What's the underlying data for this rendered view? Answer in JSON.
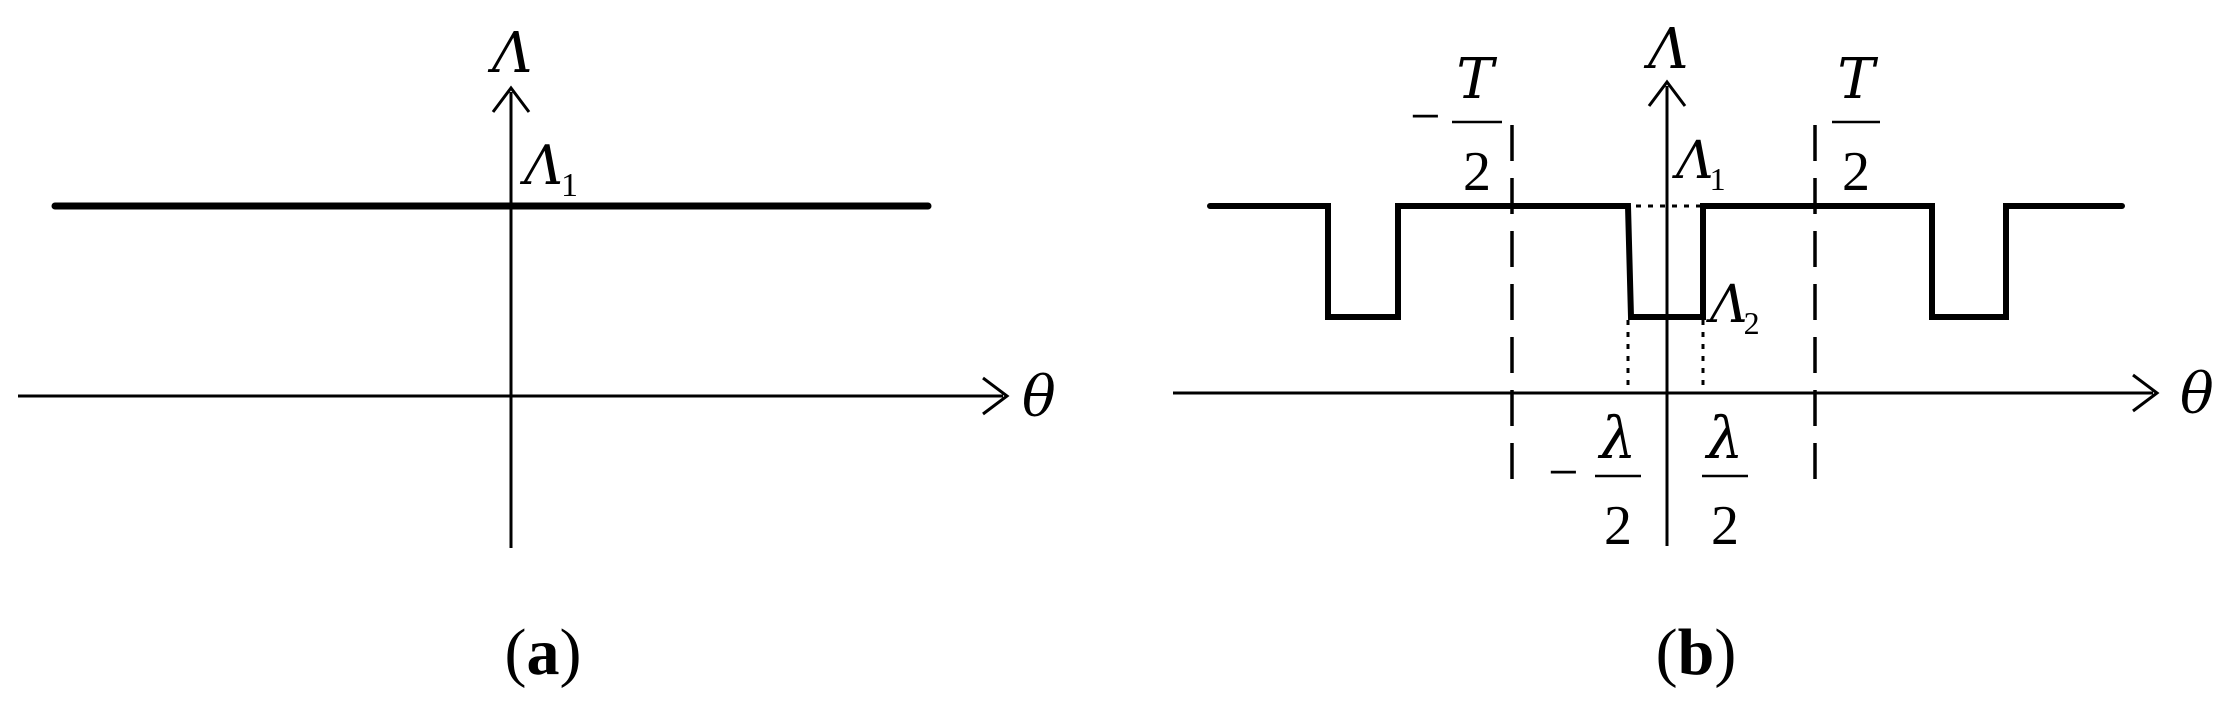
{
  "panel_a": {
    "y_axis_label": "Λ",
    "x_axis_label": "θ",
    "level_label": {
      "symbol": "Λ",
      "sub": "1"
    },
    "caption": {
      "open": "(",
      "letter": "a",
      "close": ")"
    }
  },
  "panel_b": {
    "y_axis_label": "Λ",
    "x_axis_label": "θ",
    "level1_label": {
      "symbol": "Λ",
      "sub": "1"
    },
    "level2_label": {
      "symbol": "Λ",
      "sub": "2"
    },
    "neg_T_half": {
      "sign": "−",
      "num": "T",
      "den": "2"
    },
    "pos_T_half": {
      "num": "T",
      "den": "2"
    },
    "neg_lambda_half": {
      "sign": "−",
      "num": "λ",
      "den": "2"
    },
    "pos_lambda_half": {
      "num": "λ",
      "den": "2"
    },
    "caption": {
      "open": "(",
      "letter": "b",
      "close": ")"
    }
  }
}
